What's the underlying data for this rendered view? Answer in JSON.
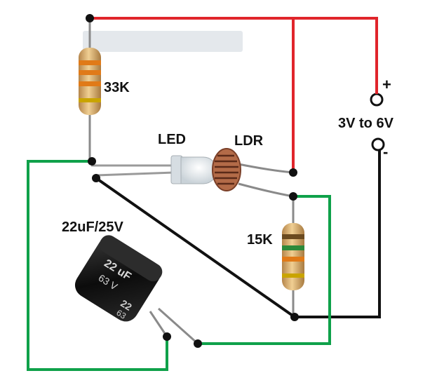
{
  "labels": {
    "r1": "33K",
    "led": "LED",
    "ldr": "LDR",
    "supply": "3V to 6V",
    "plus": "+",
    "minus": "-",
    "r2": "15K",
    "cap": "22uF/25V",
    "cap_body_value": "22 uF",
    "cap_body_voltage": "63 V",
    "cap_side_value": "22",
    "cap_side_voltage": "63"
  },
  "colors": {
    "positive_wire": "#e0252b",
    "negative_wire": "#111111",
    "ground_loop_wire": "#0fa14a",
    "component_lead": "#8a8a8a",
    "resistor_body": "#d8a860"
  }
}
